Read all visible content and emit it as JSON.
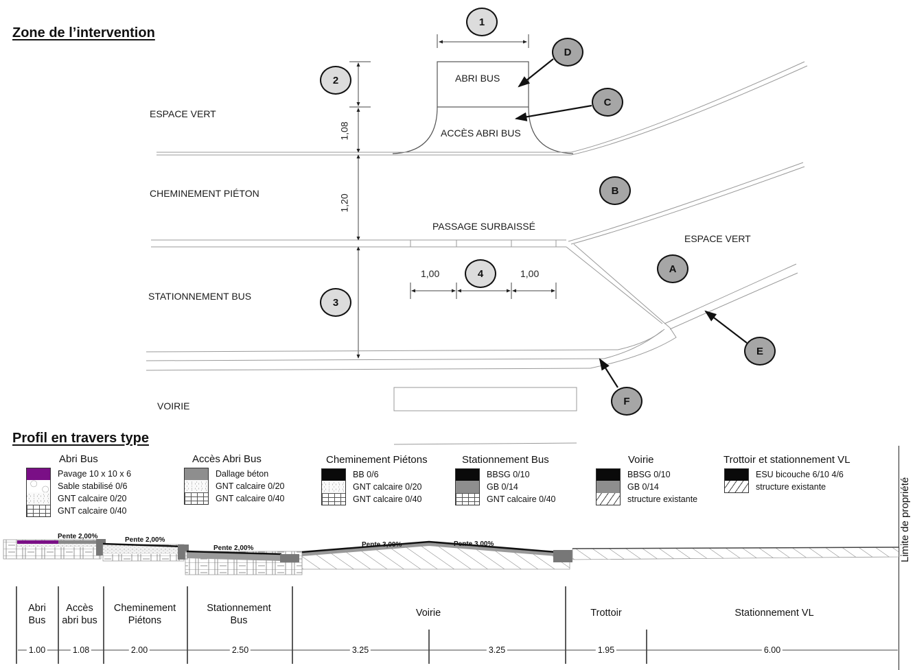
{
  "plan": {
    "title": "Zone de l’intervention",
    "zones": {
      "espace_vert_left": "ESPACE VERT",
      "cheminement_pieton": "CHEMINEMENT PIÉTON",
      "stationnement_bus": "STATIONNEMENT BUS",
      "voirie": "VOIRIE",
      "espace_vert_right": "ESPACE VERT",
      "abri_bus": "ABRI BUS",
      "acces_abri_bus": "ACCÈS ABRI BUS",
      "passage_surbaisse": "PASSAGE SURBAISSÉ"
    },
    "dimensions": {
      "acces_depth": "1,08",
      "cheminement_width": "1,20",
      "passage_left": "1,00",
      "passage_right": "1,00"
    },
    "numbered_callouts": [
      "1",
      "2",
      "3",
      "4"
    ],
    "letter_callouts": [
      "A",
      "B",
      "C",
      "D",
      "E",
      "F"
    ]
  },
  "profile": {
    "title": "Profil en travers type",
    "legend": [
      {
        "title": "Abri Bus",
        "items": [
          {
            "label": "Pavage 10 x 10 x 6",
            "pattern": "purple"
          },
          {
            "label": "Sable stabilisé 0/6",
            "pattern": "sand"
          },
          {
            "label": "GNT calcaire 0/20",
            "pattern": "dots"
          },
          {
            "label": "GNT calcaire 0/40",
            "pattern": "brick"
          }
        ]
      },
      {
        "title": "Accès Abri Bus",
        "items": [
          {
            "label": "Dallage béton",
            "pattern": "grey"
          },
          {
            "label": "GNT calcaire 0/20",
            "pattern": "dots"
          },
          {
            "label": "GNT calcaire 0/40",
            "pattern": "brick"
          }
        ]
      },
      {
        "title": "Cheminement Piétons",
        "items": [
          {
            "label": "BB 0/6",
            "pattern": "black"
          },
          {
            "label": "GNT calcaire 0/20",
            "pattern": "dots"
          },
          {
            "label": "GNT calcaire 0/40",
            "pattern": "brick"
          }
        ]
      },
      {
        "title": "Stationnement Bus",
        "items": [
          {
            "label": "BBSG 0/10",
            "pattern": "black"
          },
          {
            "label": "GB 0/14",
            "pattern": "grey"
          },
          {
            "label": "GNT calcaire 0/40",
            "pattern": "brick"
          }
        ]
      },
      {
        "title": "Voirie",
        "items": [
          {
            "label": "BBSG 0/10",
            "pattern": "black"
          },
          {
            "label": "GB 0/14",
            "pattern": "grey"
          },
          {
            "label": "structure  existante",
            "pattern": "hatch"
          }
        ]
      },
      {
        "title": "Trottoir et stationnement VL",
        "items": [
          {
            "label": "ESU bicouche 6/10 4/6",
            "pattern": "black"
          },
          {
            "label": "structure  existante",
            "pattern": "hatch"
          }
        ]
      }
    ],
    "limite": "Limite de propriété",
    "slopes": [
      "Pente 2,00%",
      "Pente 2,00%",
      "Pente 2,00%",
      "Pente 3,00%",
      "Pente 3,00%"
    ],
    "bands": [
      {
        "label_line1": "Abri",
        "label_line2": "Bus",
        "width": "1.00"
      },
      {
        "label_line1": "Accès",
        "label_line2": "abri bus",
        "width": "1.08"
      },
      {
        "label_line1": "Cheminement",
        "label_line2": "Piétons",
        "width": "2.00"
      },
      {
        "label_line1": "Stationnement",
        "label_line2": "Bus",
        "width": "2.50"
      },
      {
        "label_line1": "Voirie",
        "label_line2": "",
        "width_left": "3.25",
        "width_right": "3.25"
      },
      {
        "label_line1": "Trottoir",
        "label_line2": "",
        "width": "1.95"
      },
      {
        "label_line1": "Stationnement VL",
        "label_line2": "",
        "width": "6.00"
      }
    ]
  },
  "colors": {
    "purple": "#7a0f86",
    "callout_light": "#dcdcdc",
    "callout_dark": "#a6a6a6"
  }
}
